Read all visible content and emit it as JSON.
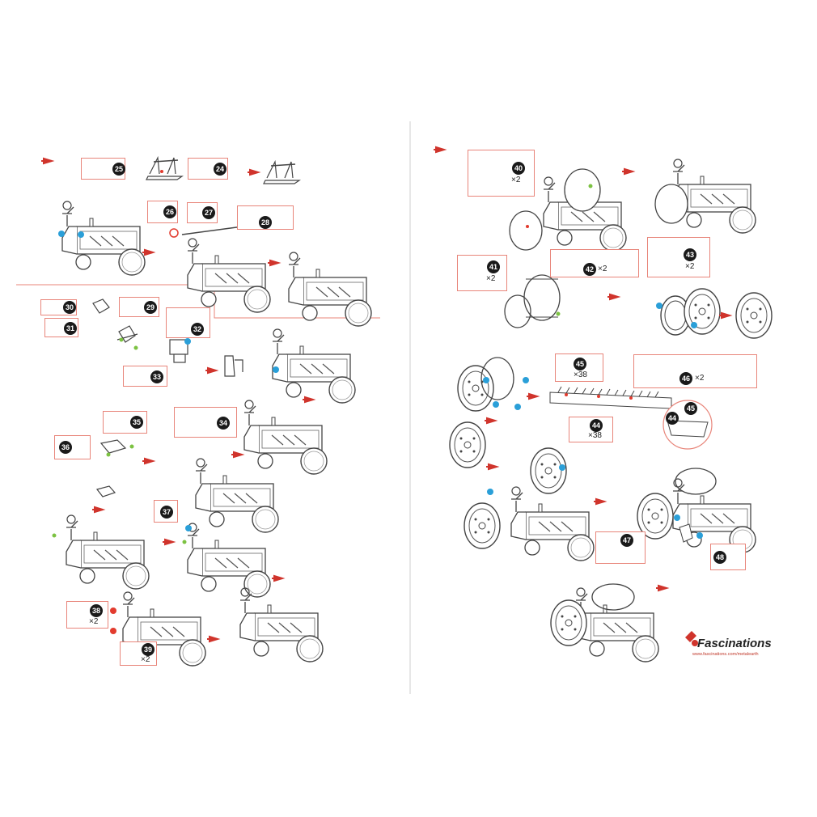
{
  "steps": [
    {
      "n": "25",
      "q": ""
    },
    {
      "n": "24",
      "q": ""
    },
    {
      "n": "26",
      "q": ""
    },
    {
      "n": "27",
      "q": ""
    },
    {
      "n": "28",
      "q": ""
    },
    {
      "n": "30",
      "q": ""
    },
    {
      "n": "29",
      "q": ""
    },
    {
      "n": "31",
      "q": ""
    },
    {
      "n": "32",
      "q": ""
    },
    {
      "n": "33",
      "q": ""
    },
    {
      "n": "35",
      "q": ""
    },
    {
      "n": "34",
      "q": ""
    },
    {
      "n": "36",
      "q": ""
    },
    {
      "n": "37",
      "q": ""
    },
    {
      "n": "38",
      "q": "×2"
    },
    {
      "n": "39",
      "q": "×2"
    },
    {
      "n": "40",
      "q": "×2"
    },
    {
      "n": "41",
      "q": "×2"
    },
    {
      "n": "42",
      "q": "×2"
    },
    {
      "n": "43",
      "q": "×2"
    },
    {
      "n": "45",
      "q": "×38"
    },
    {
      "n": "46",
      "q": "×2"
    },
    {
      "n": "44",
      "q": "×38"
    },
    {
      "n": "47",
      "q": ""
    },
    {
      "n": "48",
      "q": ""
    }
  ],
  "detail_labels": {
    "a": "44",
    "b": "45"
  },
  "brand": {
    "name": "Fascinations",
    "url": "www.fascinations.com/metalearth"
  },
  "colors": {
    "line": "#444444",
    "arrow": "#d0342c",
    "callout": "#e8857a",
    "blue": "#2a9fd8",
    "green": "#7cc242",
    "red": "#e23b2e"
  }
}
